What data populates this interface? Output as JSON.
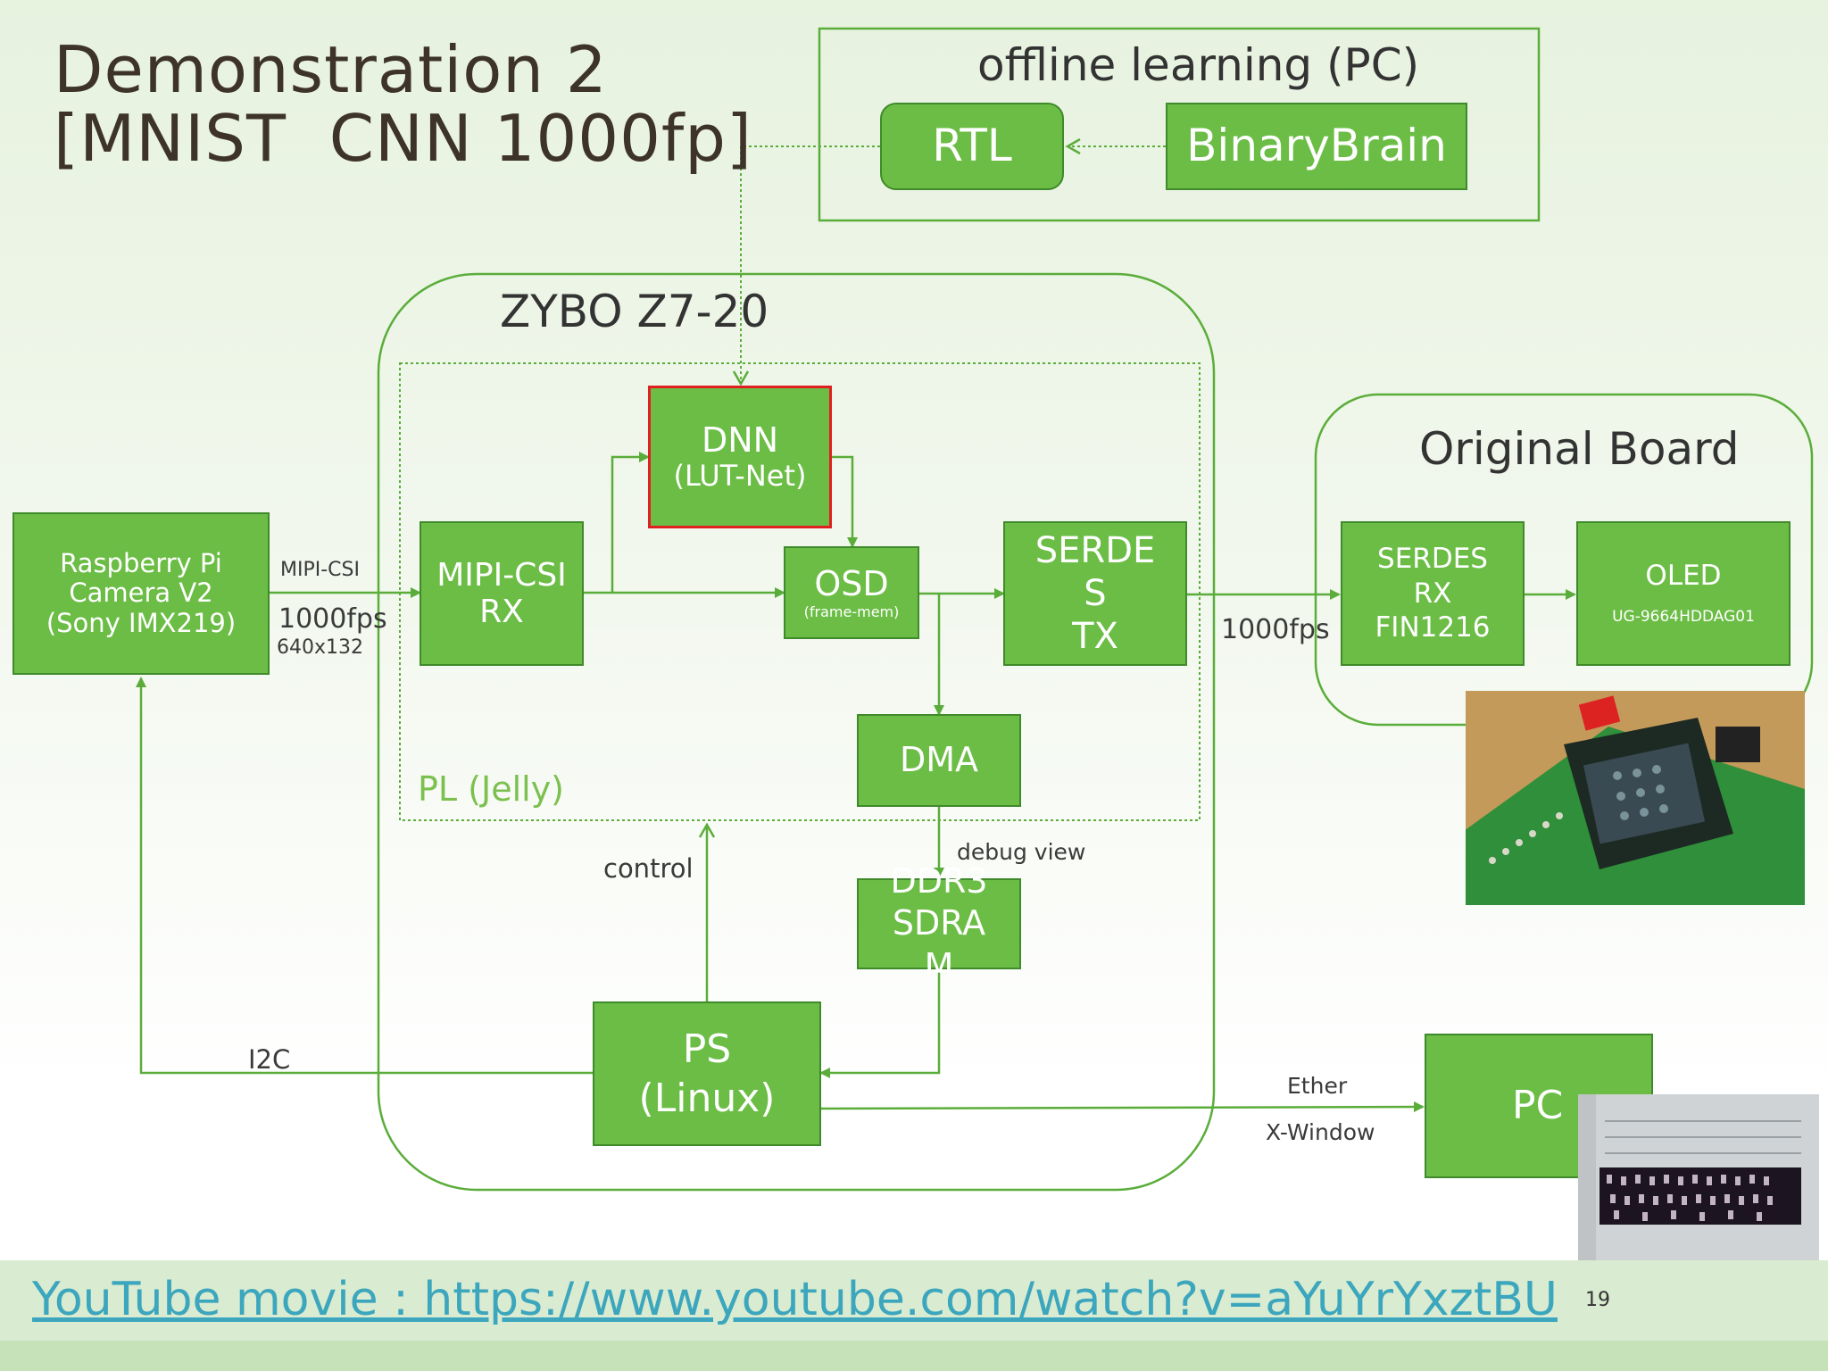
{
  "title": {
    "line1": "Demonstration 2",
    "line2": "[MNIST  CNN 1000fp]"
  },
  "offline": {
    "label": "offline learning (PC)",
    "rtl": "RTL",
    "binarybrain": "BinaryBrain"
  },
  "zybo": {
    "label": "ZYBO Z7-20",
    "pl_label": "PL (Jelly)"
  },
  "blocks": {
    "camera": [
      "Raspberry Pi",
      "Camera V2",
      "(Sony IMX219)"
    ],
    "mipi_rx": [
      "MIPI-CSI",
      "RX"
    ],
    "dnn": [
      "DNN",
      "(LUT-Net)"
    ],
    "osd": [
      "OSD",
      "(frame-mem)"
    ],
    "serdes_tx": [
      "SERDE",
      "S",
      "TX"
    ],
    "dma": "DMA",
    "ddr3": [
      "DDR3",
      "SDRA",
      "M"
    ],
    "ps": [
      "PS",
      "(Linux)"
    ],
    "pc": "PC"
  },
  "original_board": {
    "label": "Original Board",
    "serdes_rx": [
      "SERDES",
      "RX",
      "FIN1216"
    ],
    "oled": "OLED",
    "oled_part": "UG-9664HDDAG01"
  },
  "edge_labels": {
    "mipi_csi": "MIPI-CSI",
    "fps_cam": "1000fps",
    "resolution": "640x132",
    "fps_out": "1000fps",
    "debug_view": "debug view",
    "control": "control",
    "i2c": "I2C",
    "ether": "Ether",
    "xwindow": "X-Window"
  },
  "footer": {
    "link": "YouTube movie : https://www.youtube.com/watch?v=aYuYrYxztBU",
    "page_number": "19"
  },
  "colors": {
    "box_fill": "#6bbd45",
    "box_border": "#3f8a2a",
    "line": "#5aad3a",
    "dnn_border": "#e02020",
    "link": "#3ba6bd"
  }
}
